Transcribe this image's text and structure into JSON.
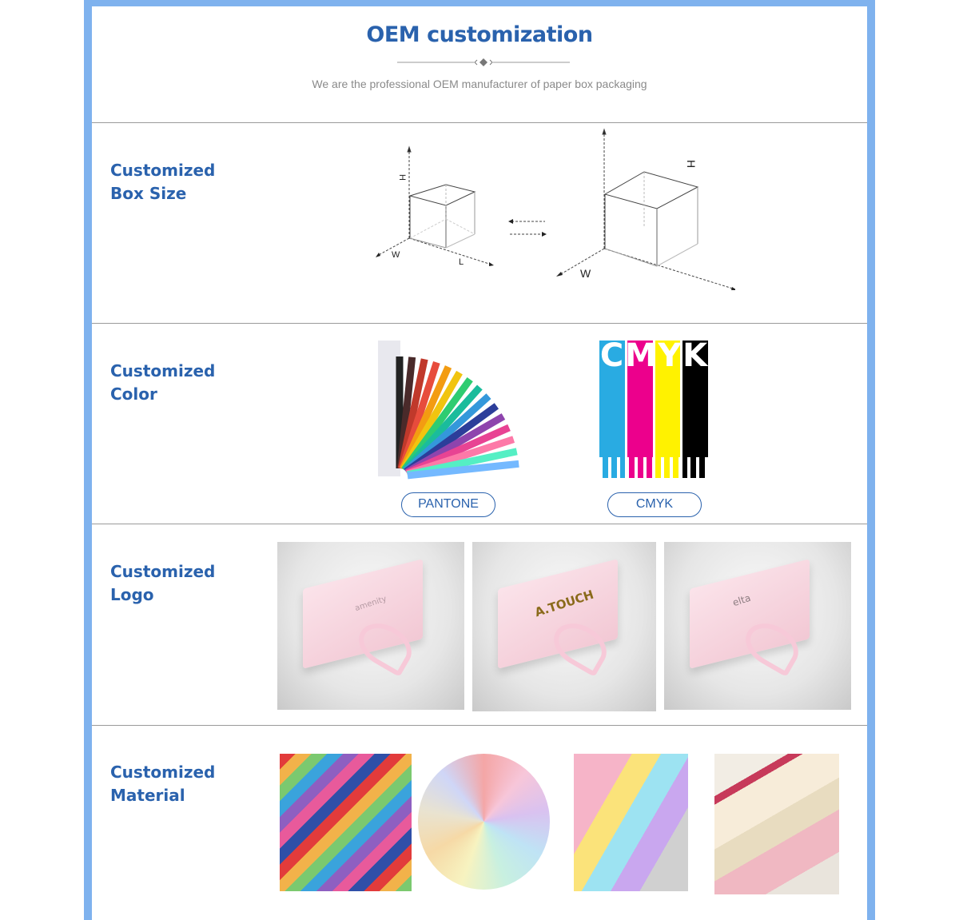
{
  "header": {
    "title": "OEM customization",
    "subtitle": "We are the professional OEM manufacturer of paper box packaging"
  },
  "sections": [
    {
      "title_line1": "Customized",
      "title_line2": "Box Size",
      "axis_labels": {
        "h": "H",
        "w": "W",
        "l": "L"
      }
    },
    {
      "title_line1": "Customized",
      "title_line2": "Color",
      "buttons": [
        "PANTONE",
        "CMYK"
      ],
      "cmyk_letters": [
        "C",
        "M",
        "Y",
        "K"
      ]
    },
    {
      "title_line1": "Customized",
      "title_line2": "Logo",
      "logos": [
        "amenity",
        "A.TOUCH",
        "elta"
      ]
    },
    {
      "title_line1": "Customized",
      "title_line2": "Material"
    }
  ],
  "colors": {
    "accent": "#2a62ad",
    "frame": "#7fb2ee",
    "cyan": "#29abe2",
    "magenta": "#ec008c",
    "yellow": "#fff200",
    "black": "#000000"
  }
}
